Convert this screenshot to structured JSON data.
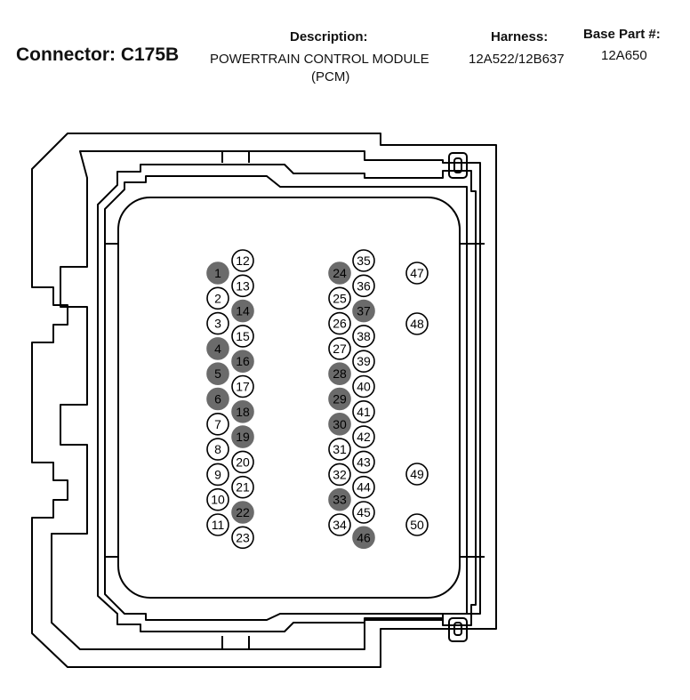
{
  "header": {
    "connector": "Connector: C175B",
    "description_label": "Description:",
    "description_line1": "POWERTRAIN CONTROL MODULE",
    "description_line2": "(PCM)",
    "harness_label": "Harness:",
    "harness_value": "12A522/12B637",
    "base_part_label": "Base Part #:",
    "base_part_value": "12A650"
  },
  "colors": {
    "filled_pin": "#6b6b6b",
    "open_pin": "#ffffff",
    "outline": "#000000"
  },
  "pins": {
    "left_col_a": [
      "1",
      "2",
      "3",
      "4",
      "5",
      "6",
      "7",
      "8",
      "9",
      "10",
      "11"
    ],
    "left_col_b": [
      "12",
      "13",
      "14",
      "15",
      "16",
      "17",
      "18",
      "19",
      "20",
      "21",
      "22",
      "23"
    ],
    "mid_col_a": [
      "24",
      "25",
      "26",
      "27",
      "28",
      "29",
      "30",
      "31",
      "32",
      "33",
      "34"
    ],
    "mid_col_b": [
      "35",
      "36",
      "37",
      "38",
      "39",
      "40",
      "41",
      "42",
      "43",
      "44",
      "45",
      "46"
    ],
    "right_col": [
      "47",
      "48",
      "49",
      "50"
    ],
    "filled": [
      "1",
      "4",
      "5",
      "6",
      "14",
      "16",
      "18",
      "19",
      "22",
      "24",
      "28",
      "29",
      "30",
      "33",
      "37",
      "46"
    ]
  }
}
